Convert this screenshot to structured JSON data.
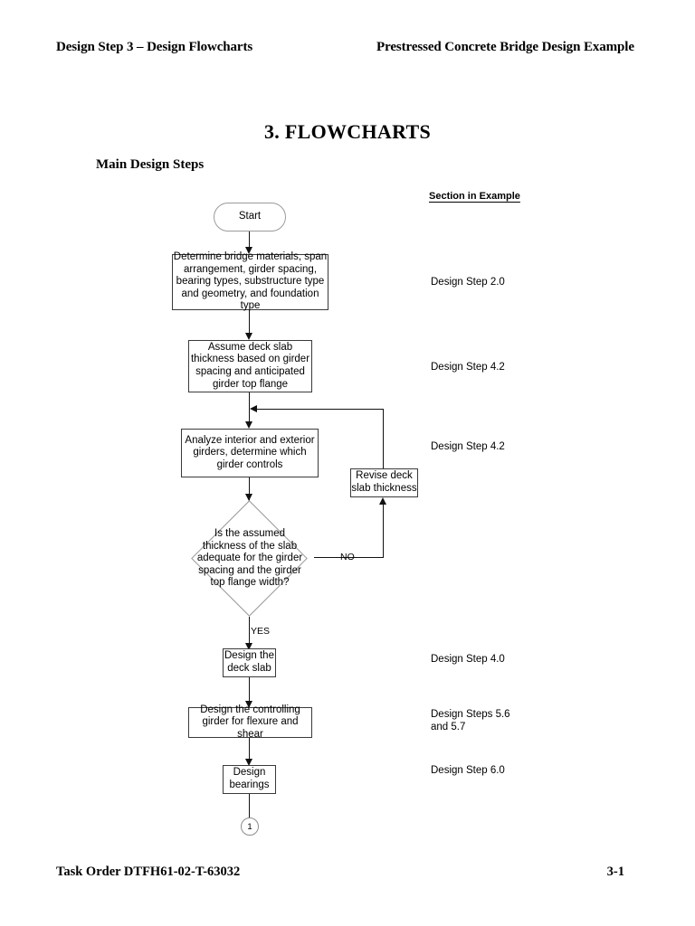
{
  "running_head": {
    "left": "Design Step 3 – Design Flowcharts",
    "right": "Prestressed Concrete Bridge Design Example"
  },
  "running_foot": {
    "left": "Task Order DTFH61-02-T-63032",
    "page_number": "3-1"
  },
  "document": {
    "title": "3. FLOWCHARTS",
    "section_title": "Main Design Steps"
  },
  "flowchart": {
    "column_header": "Section in Example",
    "nodes": {
      "start": "Start",
      "determine_bridge_materials": "Determine bridge materials, span\narrangement, girder spacing,\nbearing types, substructure type\nand geometry, and foundation type",
      "assume_deck_slab": "Assume deck slab\nthickness based on girder\nspacing and anticipated\ngirder top flange",
      "analyze_girders": "Analyze interior and exterior\ngirders, determine which\ngirder controls",
      "revise_deck_slab": "Revise deck\nslab thickness",
      "decision_slab_thickness": "Is the assumed\nthickness of the slab\nadequate for the girder\nspacing and the girder\ntop flange width?",
      "design_deck_slab": "Design the\ndeck slab",
      "design_controlling_girder": "Design the controlling\ngirder for flexure and shear",
      "design_bearings": "Design\nbearings",
      "page_connector": "1"
    },
    "edge_labels": {
      "no": "NO",
      "yes": "YES"
    },
    "side_labels": {
      "determine_bridge_materials": "Design Step 2.0",
      "assume_deck_slab": "Design Step 4.2",
      "analyze_girders": "Design Step 4.2",
      "design_deck_slab": "Design Step 4.0",
      "design_controlling_girder": "Design Steps 5.6\nand 5.7",
      "design_bearings": "Design Step 6.0"
    }
  }
}
